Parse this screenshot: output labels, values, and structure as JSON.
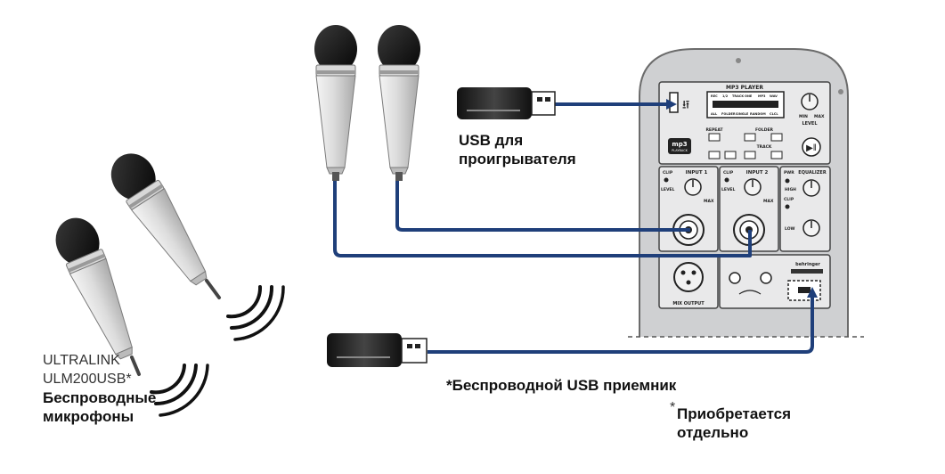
{
  "labels": {
    "usb_player_line1": "USB для",
    "usb_player_line2": "проигрывателя",
    "mic_model_line1": "ULTRALINK",
    "mic_model_line2": "ULM200USB*",
    "mic_desc_line1": "Беспроводные",
    "mic_desc_line2": "микрофоны",
    "receiver": "*Беспроводной USB приемник",
    "sold_star": "*",
    "sold_line1": "Приобретается",
    "sold_line2": "отдельно"
  },
  "panel": {
    "mp3_title": "MP3 PLAYER",
    "display_row1": [
      "REC",
      "1/2",
      "TRACK",
      "ONE",
      "MP3",
      "WAV"
    ],
    "display_row2": [
      "ALL",
      "FOLDER",
      "SINGLE",
      "RANDOM",
      "CLCL"
    ],
    "level": "LEVEL",
    "min": "MIN",
    "max": "MAX",
    "repeat": "REPEAT",
    "folder": "FOLDER",
    "track": "TRACK",
    "playback_logo_1": "mp3",
    "playback_logo_2": "PLAYBACK",
    "input1": "INPUT 1",
    "input2": "INPUT 2",
    "clip": "CLIP",
    "equalizer": "EQUALIZER",
    "pwr": "PWR",
    "high": "HIGH",
    "low": "LOW",
    "mix_output": "MIX OUTPUT",
    "brand": "behringer"
  },
  "colors": {
    "cable": "#1f3f7a",
    "panel": "#cfd0d2",
    "panel_edge": "#6b6b6b",
    "device": "#1a1a1a"
  }
}
